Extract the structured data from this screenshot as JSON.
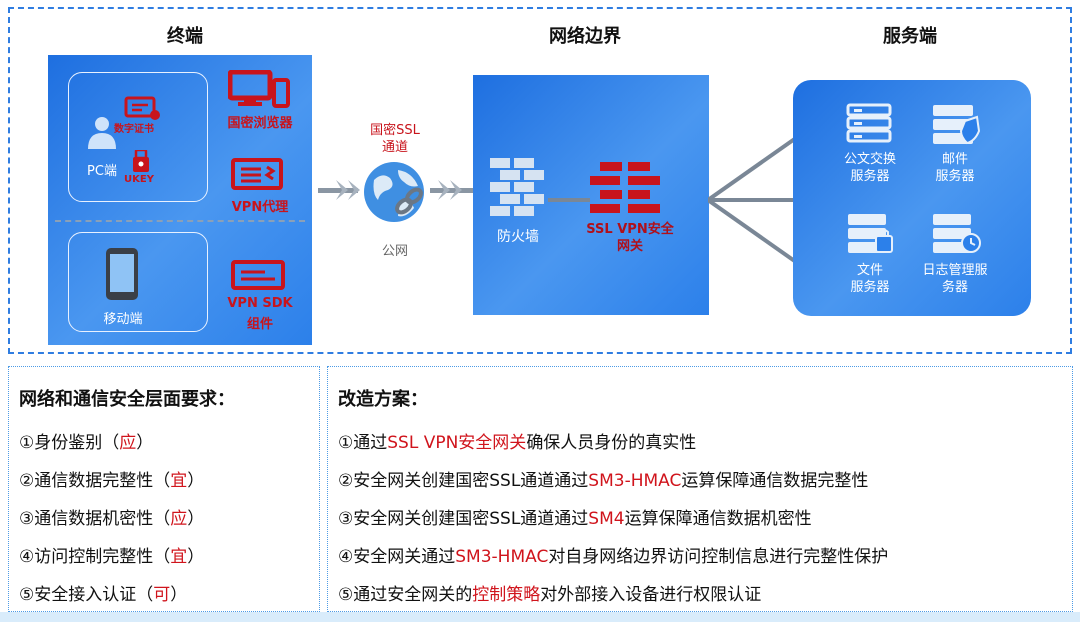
{
  "sections": {
    "terminal": "终端",
    "network_border": "网络边界",
    "server": "服务端"
  },
  "terminal": {
    "digital_cert": "数字证书",
    "pc": "PC端",
    "ukey": "UKEY",
    "browser": "国密浏览器",
    "vpn_proxy": "VPN代理",
    "mobile": "移动端",
    "vpn_sdk_line1": "VPN SDK",
    "vpn_sdk_line2": "组件"
  },
  "channel": {
    "label_line1": "国密SSL",
    "label_line2": "通道",
    "public_net": "公网"
  },
  "border": {
    "firewall": "防火墙",
    "gateway_line1": "SSL VPN安全",
    "gateway_line2": "网关"
  },
  "servers": {
    "doc_line1": "公文交换",
    "doc_line2": "服务器",
    "mail_line1": "邮件",
    "mail_line2": "服务器",
    "file_line1": "文件",
    "file_line2": "服务器",
    "log_line1": "日志管理服",
    "log_line2": "务器"
  },
  "requirements": {
    "title": "网络和通信安全层面要求：",
    "items": [
      {
        "text": "①身份鉴别（",
        "level": "应",
        "end": "）"
      },
      {
        "text": "②通信数据完整性（",
        "level": "宜",
        "end": "）"
      },
      {
        "text": "③通信数据机密性（",
        "level": "应",
        "end": "）"
      },
      {
        "text": "④访问控制完整性（",
        "level": "宜",
        "end": "）"
      },
      {
        "text": "⑤安全接入认证（",
        "level": "可",
        "end": "）"
      }
    ]
  },
  "plan": {
    "title": "改造方案：",
    "items": [
      {
        "pre": "①通过",
        "hl": "SSL VPN安全网关",
        "post": "确保人员身份的真实性"
      },
      {
        "pre": "②安全网关创建国密SSL通道通过",
        "hl": "SM3-HMAC",
        "post": "运算保障通信数据完整性"
      },
      {
        "pre": "③安全网关创建国密SSL通道通过",
        "hl": "SM4",
        "post": "运算保障通信数据机密性"
      },
      {
        "pre": "④安全网关通过",
        "hl": "SM3-HMAC",
        "post": "对自身网络边界访问控制信息进行完整性保护"
      },
      {
        "pre": "⑤通过安全网关的",
        "hl": "控制策略",
        "post": "对外部接入设备进行权限认证"
      }
    ]
  },
  "colors": {
    "accent_red": "#d0141c",
    "panel_blue": "#2c80ea",
    "frame_blue": "#2f7de1"
  }
}
